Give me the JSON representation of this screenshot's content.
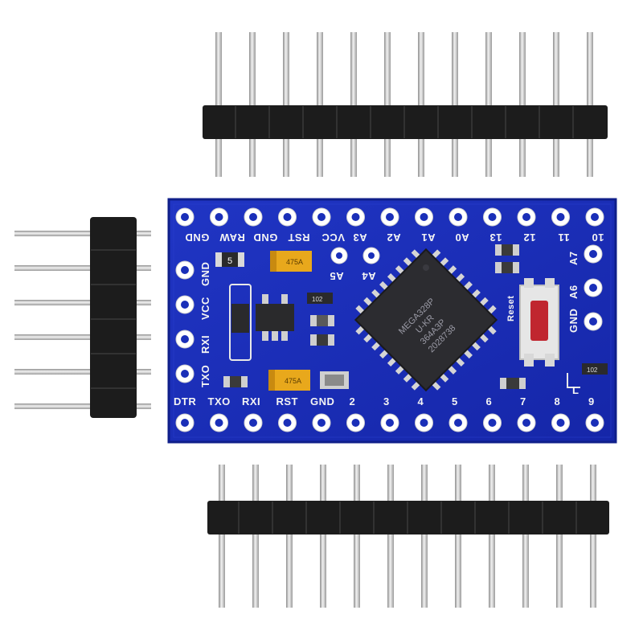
{
  "board": {
    "top_row_labels": [
      "GND",
      "RAW",
      "GND",
      "RST",
      "VCC",
      "A3",
      "A2",
      "A1",
      "A0",
      "13",
      "12",
      "11",
      "10"
    ],
    "bottom_row_labels": [
      "DTR",
      "TXO",
      "RXI",
      "RST",
      "GND",
      "2",
      "3",
      "4",
      "5",
      "6",
      "7",
      "8",
      "9"
    ],
    "left_col_labels": [
      "GND",
      "VCC",
      "RXI",
      "TXO"
    ],
    "right_col_labels": [
      "A7",
      "A6",
      "GND"
    ],
    "inner_labels": [
      "A5",
      "A4"
    ],
    "chip": {
      "lines": [
        "MEGA328P",
        "U-KR",
        "364A3P",
        "2028738"
      ]
    },
    "reset_label": "Reset",
    "cap_labels": [
      "475A",
      "475A"
    ],
    "resistor_labels": [
      "102",
      "102"
    ],
    "small_labels": [
      "5",
      "L"
    ]
  },
  "colors": {
    "pcb": "#1a2fb8",
    "pcb_edge": "#0f1f8a",
    "silk": "#f2f2f2",
    "pin_metal": "#c9c9c9",
    "header_plastic": "#1b1b1b",
    "chip": "#2b2b2e",
    "cap": "#e0a020"
  }
}
